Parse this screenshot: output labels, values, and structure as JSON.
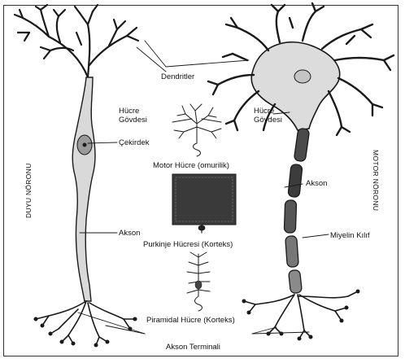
{
  "labels": {
    "dendrites": "Dendritler",
    "cell_body_left_1": "Hücre",
    "cell_body_left_2": "Gövdesi",
    "nucleus": "Çekirdek",
    "axon_left": "Akson",
    "cell_body_right_1": "Hücre",
    "cell_body_right_2": "Gövdesi",
    "axon_right": "Akson",
    "myelin": "Miyelin Kılıf",
    "motor_cell": "Motor Hücre (omurilik)",
    "purkinje": "Purkinje Hücresi (Korteks)",
    "pyramidal": "Piramidal Hücre (Korteks)",
    "axon_terminal": "Akson Terminali",
    "sensory_neuron": "DUYU NÖRONU",
    "motor_neuron": "MOTOR NÖRONU"
  },
  "colors": {
    "ink": "#1a1a1a",
    "fill_dark": "#2b2b2b",
    "fill_mid": "#bdbdbd",
    "fill_light": "#e6e6e6"
  }
}
